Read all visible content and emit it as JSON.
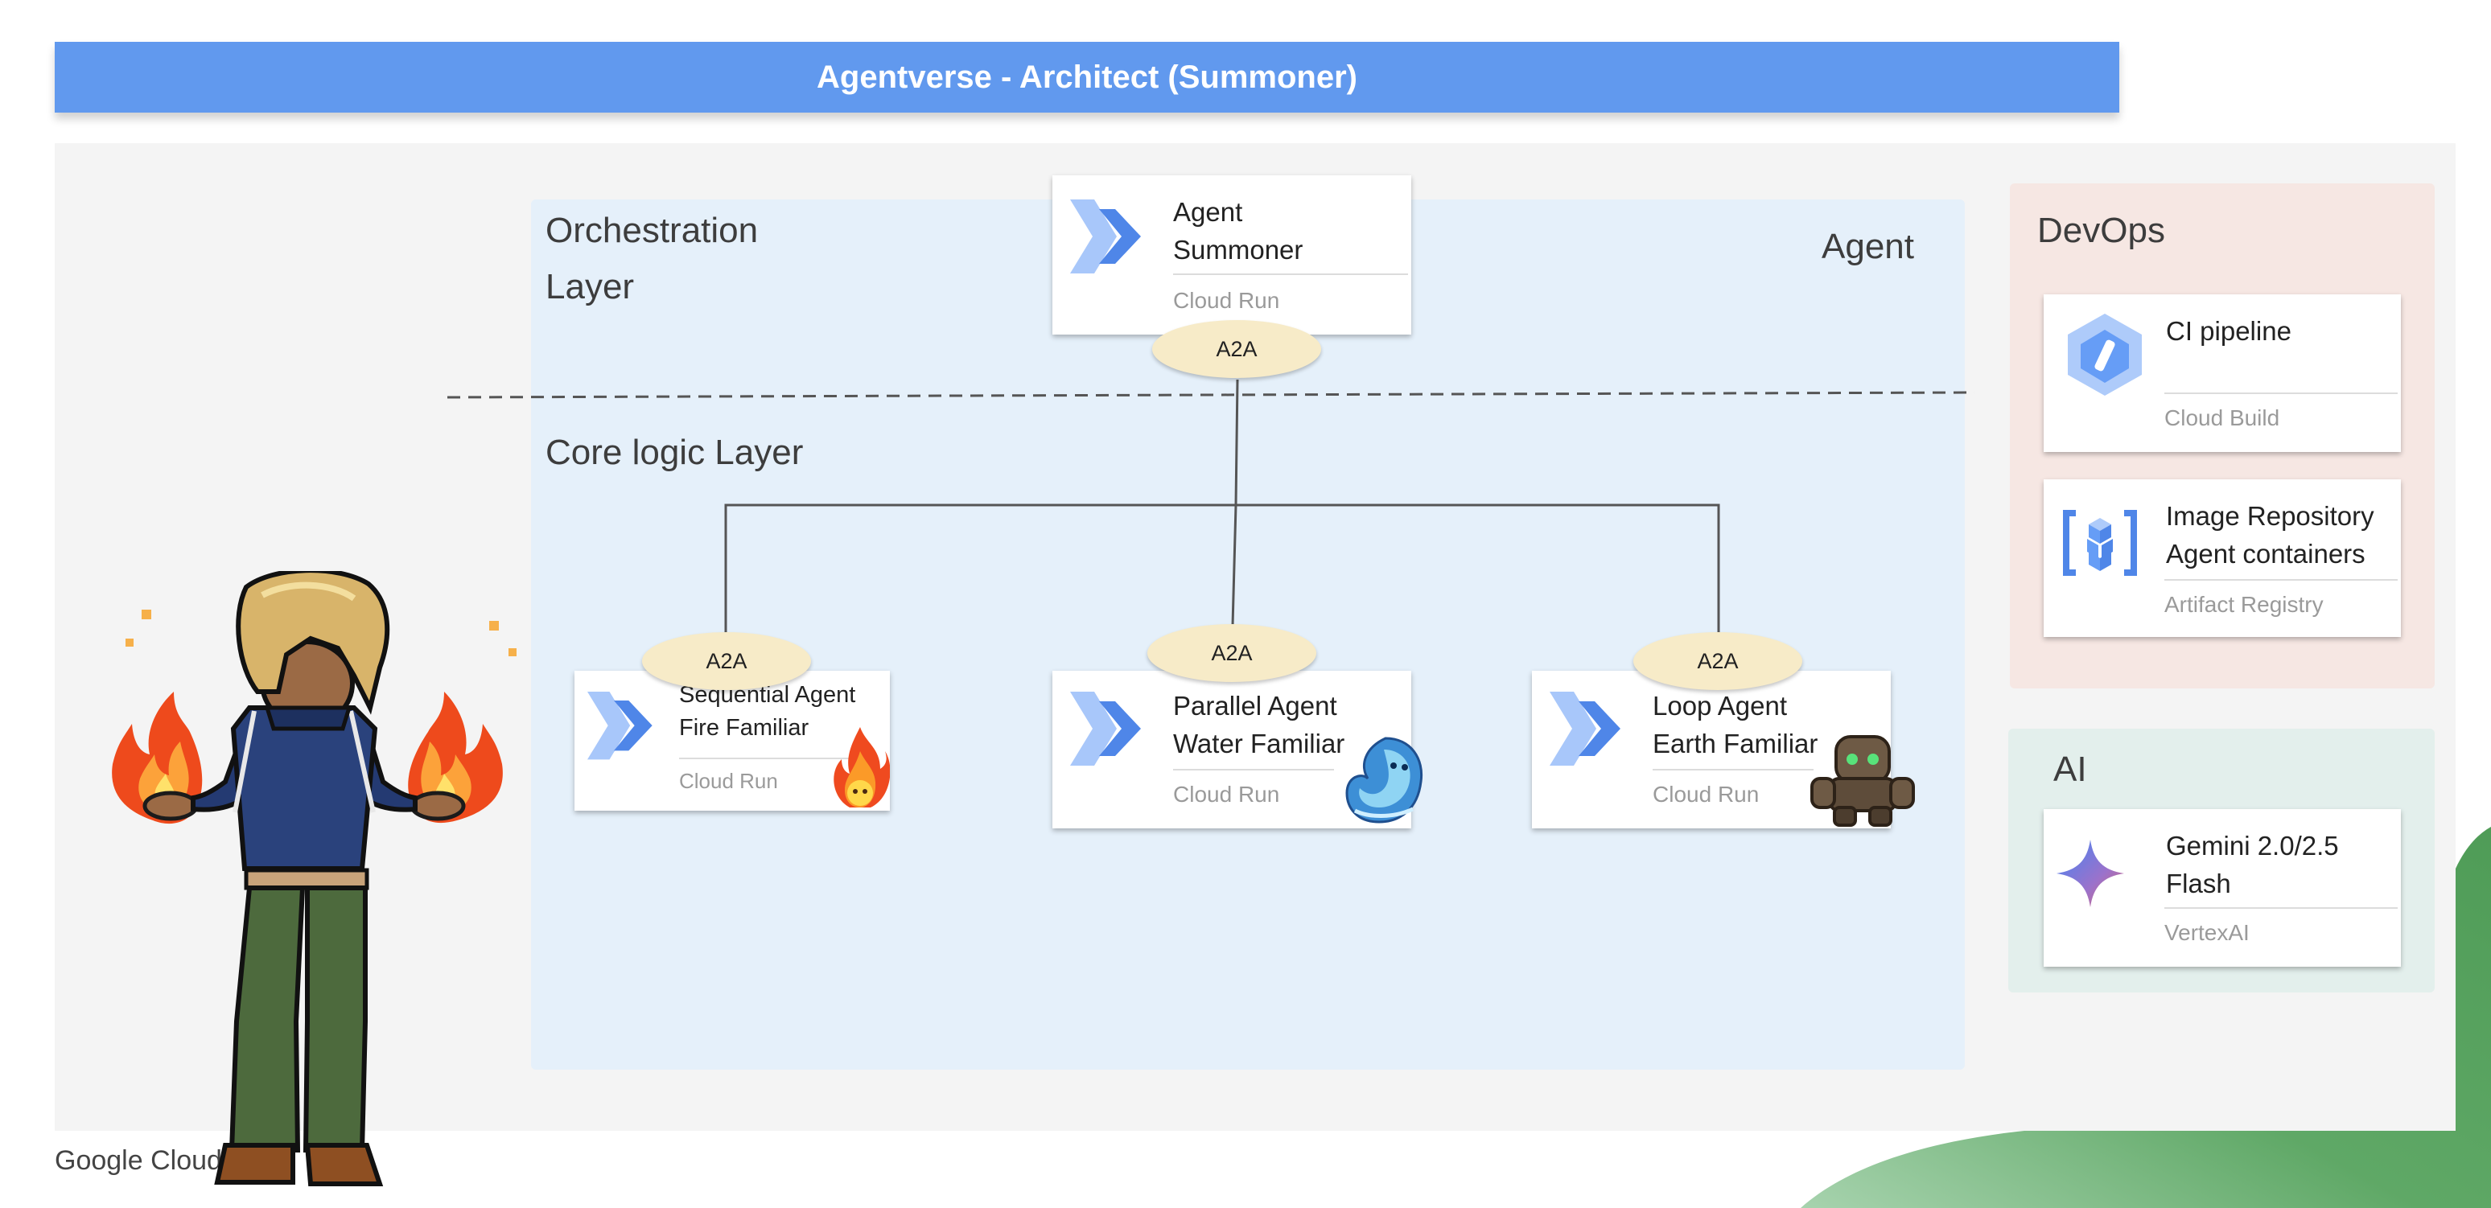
{
  "title": "Agentverse - Architect (Summoner)",
  "zones": {
    "orchestration": "Orchestration\nLayer",
    "agent": "Agent",
    "core_logic": "Core logic Layer",
    "devops": "DevOps",
    "ai": "AI"
  },
  "cards": {
    "summoner": {
      "name": "Agent\nSummoner",
      "service": "Cloud Run",
      "icon": "cloud-run-icon"
    },
    "sequential": {
      "name": "Sequential Agent\nFire Familiar",
      "service": "Cloud Run",
      "icon": "cloud-run-icon",
      "mascot": "fire-familiar-icon"
    },
    "parallel": {
      "name": "Parallel Agent\nWater Familiar",
      "service": "Cloud Run",
      "icon": "cloud-run-icon",
      "mascot": "water-familiar-icon"
    },
    "loop": {
      "name": "Loop Agent\nEarth Familiar",
      "service": "Cloud Run",
      "icon": "cloud-run-icon",
      "mascot": "earth-familiar-icon"
    },
    "ci": {
      "name": "CI pipeline",
      "service": "Cloud Build",
      "icon": "cloud-build-icon"
    },
    "registry": {
      "name": "Image Repository\nAgent containers",
      "service": "Artifact Registry",
      "icon": "artifact-registry-icon"
    },
    "gemini": {
      "name": "Gemini 2.0/2.5\nFlash",
      "service": "VertexAI",
      "icon": "gemini-sparkle-icon"
    }
  },
  "connectors": {
    "summoner": "A2A",
    "sequential": "A2A",
    "parallel": "A2A",
    "loop": "A2A"
  },
  "footer": {
    "logo": "Google Cloud"
  },
  "character": {
    "icon": "summoner-character-icon"
  },
  "colors": {
    "title_bar": "#6199ee",
    "agent_zone": "#e5f0fa",
    "devops_zone": "#f6e7e3",
    "ai_zone": "#e3efec",
    "pill": "#f7ebc8",
    "decor_green": "#5fa866"
  }
}
